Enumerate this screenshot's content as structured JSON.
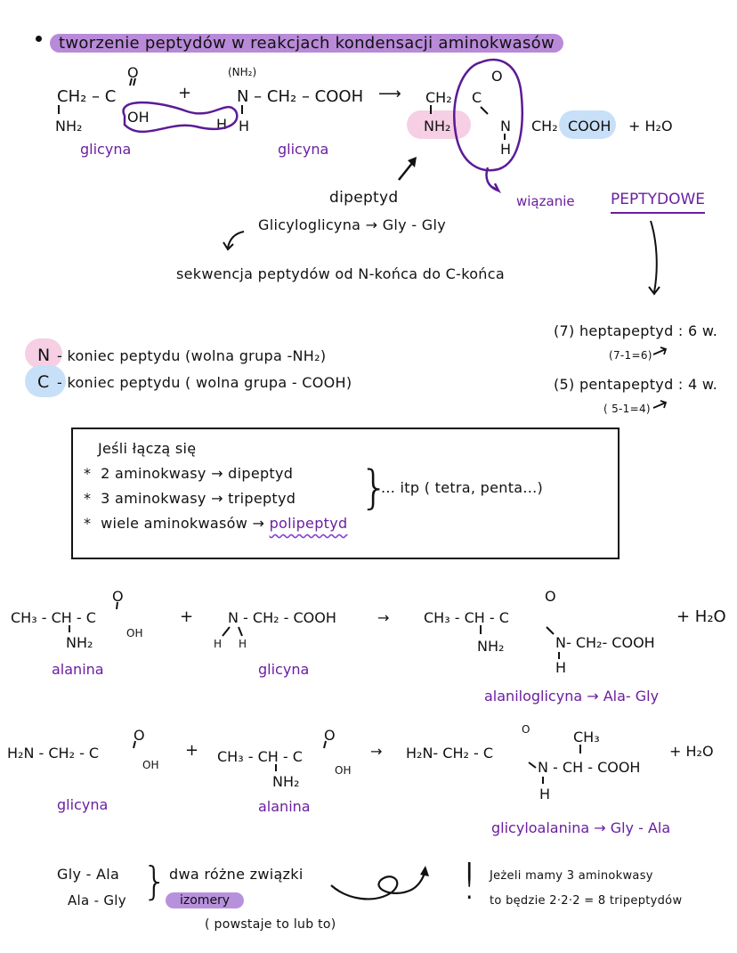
{
  "title": "tworzenie peptydów w reakcjach kondensacji aminokwasów",
  "colors": {
    "purple_text": "#6a1fa0",
    "title_highlight": "#b88ad8",
    "n_terminus_highlight": "#f6cfe4",
    "c_terminus_highlight": "#c7e0f7",
    "izomery_pill": "#b891dc"
  },
  "reaction1": {
    "reactant1": {
      "main": "CH₂ – C",
      "o": "O",
      "oh": "OH",
      "nh2": "NH₂",
      "name": "glicyna"
    },
    "plus": "+",
    "reactant2": {
      "nh2_label": "(NH₂)",
      "main": "N – CH₂ – COOH",
      "h_left": "H",
      "h_bottom": "H",
      "name": "glicyna"
    },
    "arrow": "⟶",
    "product": {
      "ch2": "CH₂",
      "c": "C",
      "o": "O",
      "nh2": "NH₂",
      "n": "N",
      "h": "H",
      "ch2b": "CH₂",
      "cooh": "COOH",
      "water": "+ H₂O"
    },
    "bond_label": "wiązanie",
    "bond_label_caps": "PEPTYDOWE",
    "dipeptide_label": "dipeptyd",
    "dipeptide_name": "Glicyloglicyna → Gly - Gly",
    "sequence_note": "sekwencja peptydów od N-końca do C-końca"
  },
  "termini": {
    "n_letter": "N",
    "n_text": "- koniec peptydu (wolna grupa -NH₂)",
    "c_letter": "C",
    "c_text": "- koniec peptydu ( wolna grupa - COOH)"
  },
  "bond_counts": {
    "hepta": "(7) heptapeptyd : 6 w.",
    "hepta_calc": "(7-1=6)",
    "penta": "(5) pentapeptyd : 4 w.",
    "penta_calc": "( 5-1=4)"
  },
  "box": {
    "heading": "Jeśli łączą się",
    "items": [
      {
        "bullet": "*",
        "text": "2 aminokwasy → dipeptyd"
      },
      {
        "bullet": "*",
        "text": "3 aminokwasy → tripeptyd"
      },
      {
        "bullet": "*",
        "text": "wiele aminokwasów → ",
        "highlight": "polipeptyd"
      }
    ],
    "etc": "... itp ( tetra, penta...)"
  },
  "reaction2": {
    "r1": {
      "main": "CH₃ - CH - C",
      "o": "O",
      "oh": "OH",
      "nh2": "NH₂",
      "name": "alanina"
    },
    "plus": "+",
    "r2": {
      "main": "N - CH₂ - COOH",
      "h1": "H",
      "h2": "H",
      "name": "glicyna"
    },
    "arrow": "→",
    "product": {
      "main": "CH₃ - CH - C",
      "o": "O",
      "nh2": "NH₂",
      "n_chain": "N- CH₂- COOH",
      "h": "H",
      "water": "+ H₂O"
    },
    "product_name": "alaniloglicyna → Ala- Gly"
  },
  "reaction3": {
    "r1": {
      "main": "H₂N - CH₂ - C",
      "o": "O",
      "oh": "OH",
      "name": "glicyna"
    },
    "plus": "+",
    "r2": {
      "main": "CH₃ - CH - C",
      "o": "O",
      "oh": "OH",
      "nh2": "NH₂",
      "name": "alanina"
    },
    "arrow": "→",
    "product": {
      "main": "H₂N- CH₂ - C",
      "o": "O",
      "ch3": "CH₃",
      "n_chain": "N - CH - COOH",
      "h": "H",
      "water": "+ H₂O"
    },
    "product_name": "glicyloalanina → Gly - Ala"
  },
  "isomers": {
    "line1": "Gly - Ala",
    "line2": "Ala - Gly",
    "text": "dwa różne związki",
    "pill": "izomery",
    "note": "( powstaje to lub to)"
  },
  "note": {
    "exclaim": "!",
    "line1": "Jeżeli mamy 3 aminokwasy",
    "line2": "to będzie 2·2·2 = 8 tripeptydów"
  }
}
